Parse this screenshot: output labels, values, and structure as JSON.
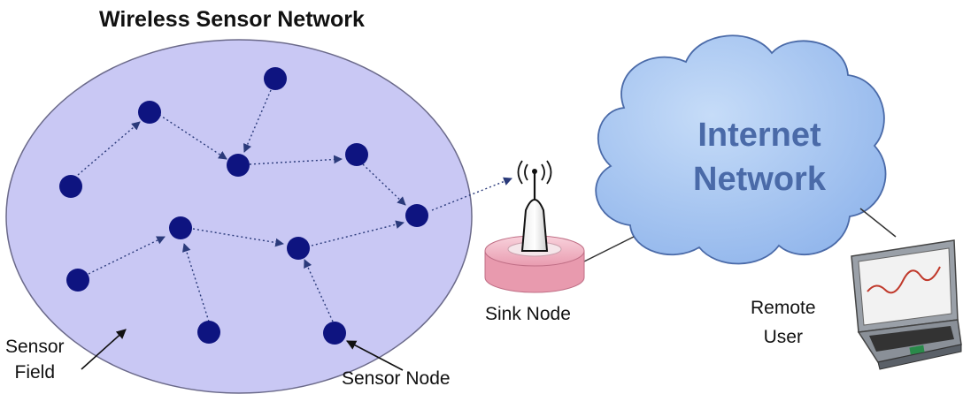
{
  "title": "Wireless Sensor Network",
  "sensor_field": {
    "line1": "Sensor",
    "line2": "Field"
  },
  "sensor_node_label": "Sensor Node",
  "sink_node_label": "Sink Node",
  "cloud": {
    "line1": "Internet",
    "line2": "Network"
  },
  "remote_user": {
    "line1": "Remote",
    "line2": "User"
  },
  "colors": {
    "field_fill": "#c9c8f4",
    "node": "#0e1480",
    "cloud_fill": "#a9c8f2",
    "cloud_text": "#4a6aa8",
    "sink_base": "#f2b9c7"
  },
  "icons": [
    "sensor-node-icon",
    "antenna-icon",
    "cloud-icon",
    "laptop-icon"
  ]
}
